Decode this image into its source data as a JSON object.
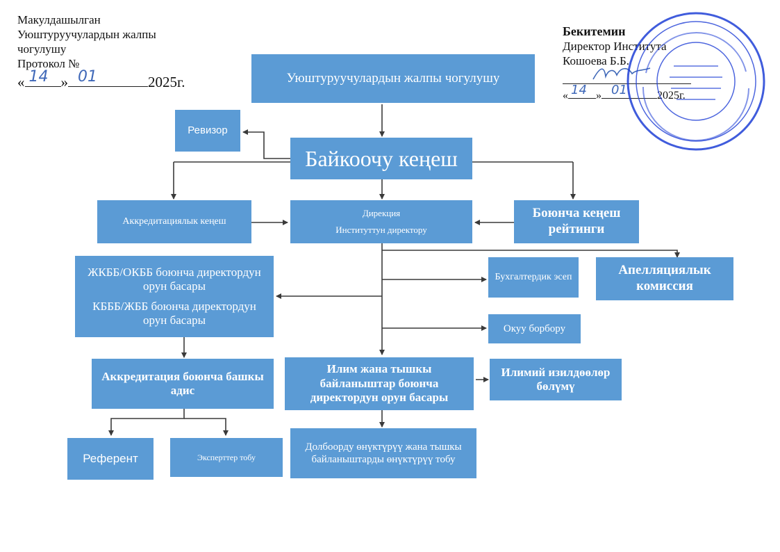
{
  "header_left": {
    "line1": "Макулдашылган",
    "line2": "Уюштуруучулардын жалпы",
    "line3": "чогулушу",
    "line4": "Протокол №",
    "date_open_quote": "«",
    "date_day": "14",
    "date_close_quote": "»",
    "date_month": "01",
    "date_year": "2025г."
  },
  "header_right": {
    "title": "Бекитемин",
    "line2": "Директор Института",
    "line3": "Кошоева Б.Б.",
    "date_open_quote": "«",
    "date_day": "14",
    "date_close_quote": "»",
    "date_month": "01",
    "date_year": "2025г."
  },
  "boxes": {
    "general_meeting": "Уюштуруучулардын жалпы чогулушу",
    "revisor": "Ревизор",
    "supervisory_board": "Байкоочу кеңеш",
    "accreditation_council": "Аккредитациялык кеңеш",
    "directorate_line1": "Дирекция",
    "directorate_line2": "Институттун директору",
    "rating_council": "Боюнча кеңеш рейтинги",
    "deputy_jkbb_line1": "ЖКББ/ОКББ боюнча директордун орун басары",
    "deputy_jkbb_line2": "КБББ/ЖББ боюнча директордун орун басары",
    "accounting": "Бухгалтердик эсеп",
    "appeal_commission": "Апелляциялык комиссия",
    "training_center": "Окуу борбору",
    "accreditation_specialist": "Аккредитация боюнча башкы адис",
    "science_deputy": "Илим жана тышкы байланыштар боюнча директордун орун басары",
    "research_department": "Илимий изилдөөлөр бөлүмү",
    "referent": "Референт",
    "experts_group": "Эксперттер тобу",
    "projects_group": "Долбоорду өнүктүрүү жана тышкы байланыштарды өнүктүрүү тобу"
  },
  "colors": {
    "box_fill": "#5b9bd5",
    "box_text": "#ffffff",
    "connector": "#3a3a3a",
    "seal": "#1f3fd6",
    "handwriting": "#3f68b8"
  }
}
